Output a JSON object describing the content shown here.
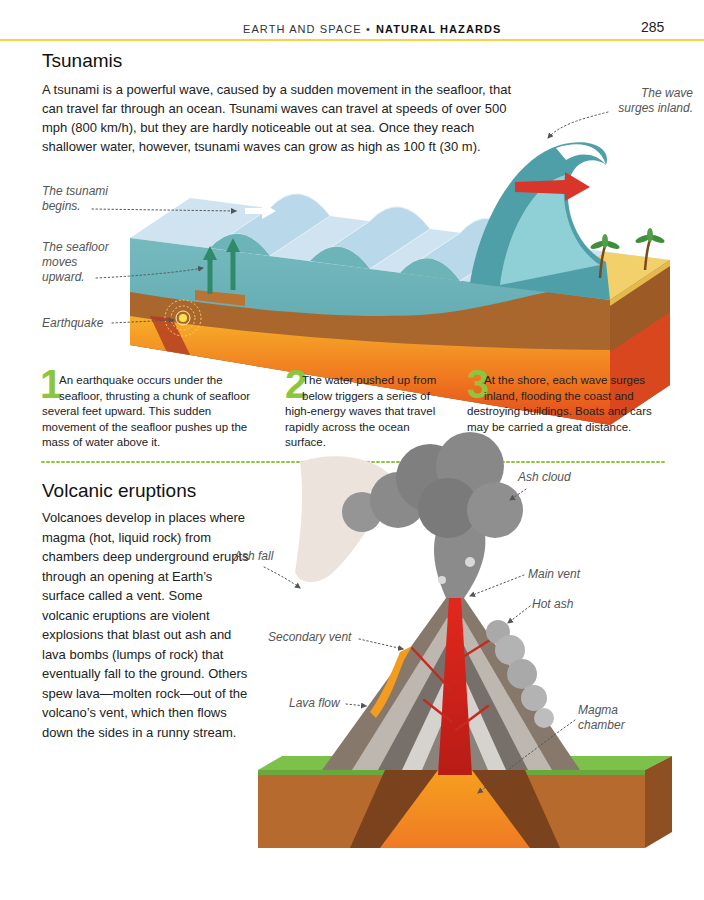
{
  "diagram": {
    "labels": [
      "EARTH AND SPACE •",
      "NATURAL HAZARDS",
      "285",
      "Tsunamis",
      "A tsunami is a powerful wave, caused by a sudden movement in the seafloor, that can travel far through an ocean. Tsunami waves can travel at speeds of over 500 mph (800 km/h), but they are hardly noticeable out at sea. Once they reach shallower water, however, tsunami waves can grow as high as 100 ft (30 m).",
      "The wave surges inland.",
      "The tsunami begins.",
      "The seafloor moves upward.",
      "Earthquake",
      "1",
      "An earthquake occurs under the seafloor, thrusting a chunk of seafloor several feet upward. This sudden movement of the seafloor pushes up the mass of water above it.",
      "2",
      "The water pushed up from below triggers a series of high-energy waves that travel rapidly across the ocean surface.",
      "3",
      "At the shore, each wave surges inland, flooding the coast and destroying buildings. Boats and cars may be carried a great distance.",
      "Volcanic eruptions",
      "Volcanoes develop in places where magma (hot, liquid rock) from chambers deep underground erupts through an opening at Earth’s surface called a vent. Some volcanic eruptions are violent explosions that blast out ash and lava bombs (lumps of rock) that eventually fall to the ground. Others spew lava—molten rock—out of the volcano’s vent, which then flows down the sides in a runny stream.",
      "Ash cloud",
      "Ash fall",
      "Main vent",
      "Hot ash",
      "Secondary vent",
      "Lava flow",
      "Magma chamber"
    ]
  }
}
